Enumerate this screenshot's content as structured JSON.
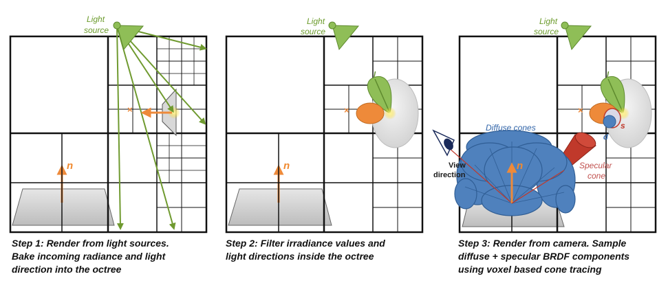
{
  "labels": {
    "light_source_line1": "Light",
    "light_source_line2": "source",
    "normal": "n",
    "l_vector": "l",
    "s_label": "s",
    "d_label": "d",
    "diffuse_cones": "Diffuse cones",
    "specular_cone_line1": "Specular",
    "specular_cone_line2": "cone",
    "view_direction_line1": "View",
    "view_direction_line2": "direction"
  },
  "captions": {
    "step1": [
      "Step 1: Render from light sources.",
      "Bake incoming radiance and light",
      "direction into the octree"
    ],
    "step2": [
      "Step 2: Filter irradiance values and",
      "light directions inside the octree"
    ],
    "step3": [
      "Step 3: Render from camera. Sample",
      "diffuse + specular BRDF components",
      "using voxel based cone tracing"
    ]
  },
  "colors": {
    "grid_line": "#111111",
    "light_green": "#8fbe57",
    "light_green_dark": "#5e8a2e",
    "ray_green": "#6f9a2f",
    "normal_orange": "#ee8a3a",
    "label_orange": "#f08a30",
    "label_green": "#6a9a2a",
    "diffuse_blue": "#4f81bd",
    "diffuse_blue_dark": "#2f5d94",
    "specular_red": "#c0392b",
    "specular_label": "#c0504d",
    "diffuse_label": "#2f63a8",
    "s_label": "#c0392b",
    "d_label": "#2f63a8",
    "surface_gray": "#cfcfcf",
    "lobe_gray": "#dedede"
  }
}
